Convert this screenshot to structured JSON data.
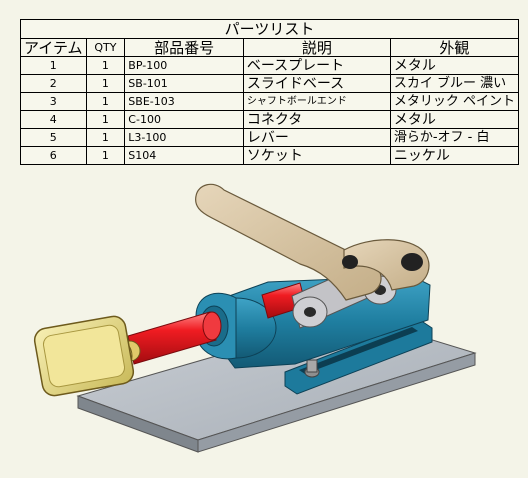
{
  "parts_list": {
    "title": "パーツリスト",
    "columns": [
      "アイテム",
      "QTY",
      "部品番号",
      "説明",
      "外観"
    ],
    "rows": [
      {
        "item": "1",
        "qty": "1",
        "part_number": "BP-100",
        "description": "ベースプレート",
        "appearance": "メタル"
      },
      {
        "item": "2",
        "qty": "1",
        "part_number": "SB-101",
        "description": "スライドベース",
        "appearance": "スカイ ブルー 濃い"
      },
      {
        "item": "3",
        "qty": "1",
        "part_number": "SBE-103",
        "description": "シャフトボールエンド",
        "appearance": "メタリック ペイント"
      },
      {
        "item": "4",
        "qty": "1",
        "part_number": "C-100",
        "description": "コネクタ",
        "appearance": "メタル"
      },
      {
        "item": "5",
        "qty": "1",
        "part_number": "L3-100",
        "description": "レバー",
        "appearance": "滑らか-オフ - 白"
      },
      {
        "item": "6",
        "qty": "1",
        "part_number": "S104",
        "description": "ソケット",
        "appearance": "ニッケル"
      }
    ]
  },
  "colors": {
    "base_plate": "#b8bec6",
    "slide_base": "#1f7ea0",
    "shaft": "#e8141b",
    "lever": "#d9c7a8",
    "connector": "#c3c3c7",
    "socket": "#f0e48a"
  }
}
